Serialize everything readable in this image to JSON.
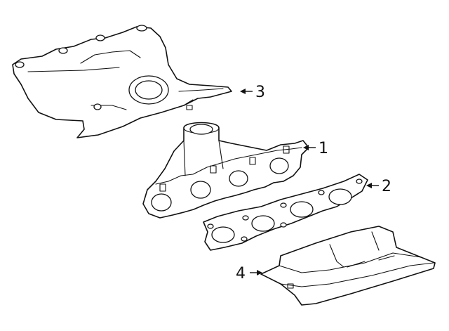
{
  "diagram": {
    "callouts": [
      {
        "id": "1",
        "label": "1"
      },
      {
        "id": "2",
        "label": "2"
      },
      {
        "id": "3",
        "label": "3"
      },
      {
        "id": "4",
        "label": "4"
      }
    ],
    "colors": {
      "line": "#111111",
      "background": "#ffffff"
    }
  }
}
